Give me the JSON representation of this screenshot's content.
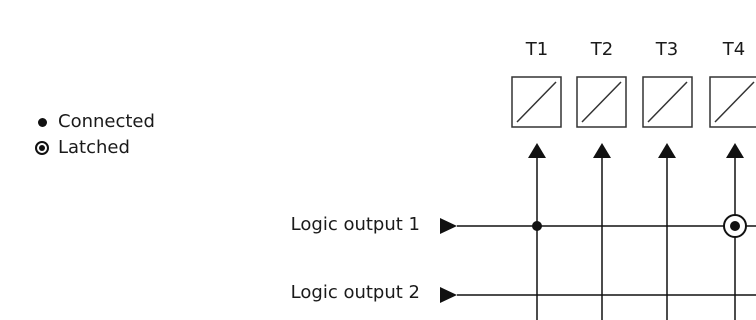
{
  "legend": {
    "connected_label": "Connected",
    "latched_label": "Latched"
  },
  "outputs": [
    {
      "label": "Logic output 1"
    },
    {
      "label": "Logic output 2"
    }
  ],
  "terminals": [
    {
      "label": "T1"
    },
    {
      "label": "T2"
    },
    {
      "label": "T3"
    },
    {
      "label": "T4"
    }
  ],
  "connections": [
    {
      "output": 1,
      "terminal": "T1",
      "type": "connected"
    },
    {
      "output": 1,
      "terminal": "T4",
      "type": "latched"
    }
  ],
  "colors": {
    "line": "#111111",
    "box_stroke": "#333333",
    "background": "#ffffff"
  }
}
